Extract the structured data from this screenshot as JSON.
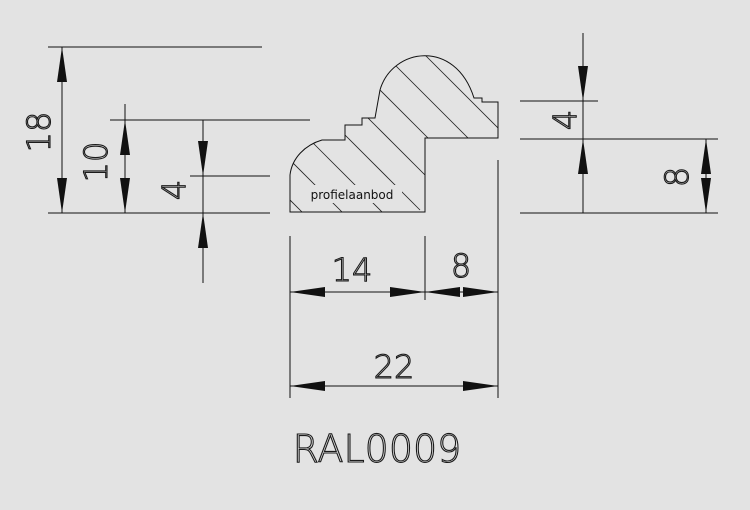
{
  "profile": {
    "label": "profielaanbod",
    "code": "RAL0009"
  },
  "dimensions": {
    "total_height": "18",
    "mid_height": "10",
    "small_height": "4",
    "rebate_depth": "4",
    "rebate_height": "8",
    "front_width": "14",
    "rebate_width": "8",
    "total_width": "22"
  },
  "colors": {
    "background": "#e3e3e3",
    "line": "#111111"
  }
}
